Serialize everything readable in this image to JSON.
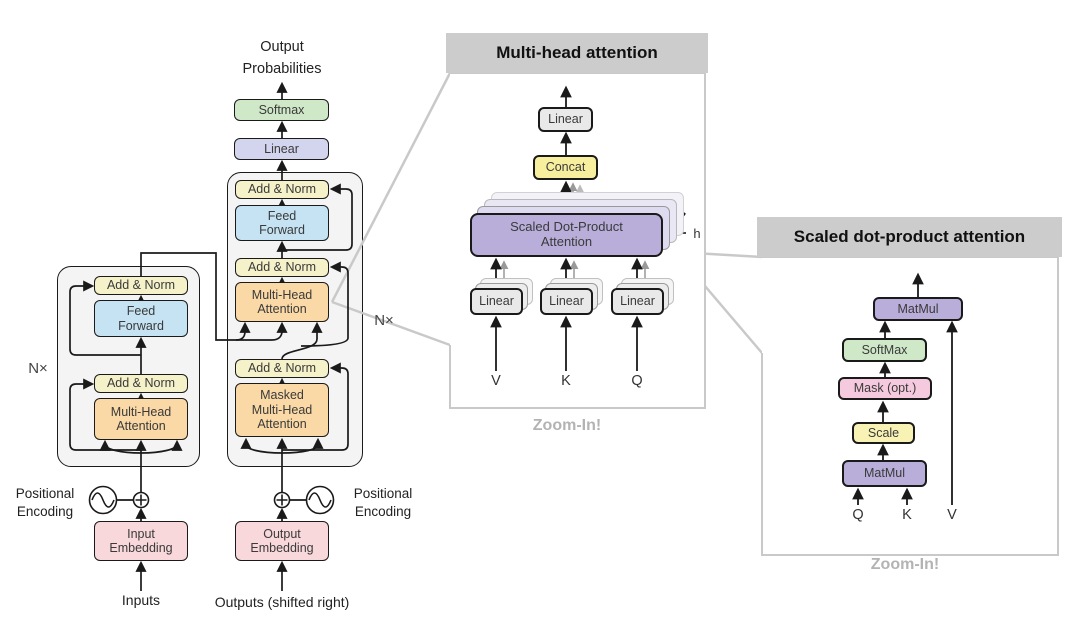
{
  "left_diagram": {
    "output_probabilities": "Output Probabilities",
    "softmax": "Softmax",
    "linear": "Linear",
    "add_norm": "Add & Norm",
    "feed_forward": "Feed Forward",
    "multi_head_attention": "Multi-Head Attention",
    "masked_multi_head_attention": "Masked Multi-Head Attention",
    "n_times": "N×",
    "positional_encoding": "Positional Encoding",
    "input_embedding": "Input Embedding",
    "output_embedding": "Output Embedding",
    "inputs": "Inputs",
    "outputs": "Outputs (shifted right)"
  },
  "multi_head_panel": {
    "title": "Multi-head attention",
    "linear_top": "Linear",
    "concat": "Concat",
    "scaled_dot_product_attention": "Scaled Dot-Product Attention",
    "h_label": "h",
    "linear_bottom": [
      "Linear",
      "Linear",
      "Linear"
    ],
    "inputs": [
      "V",
      "K",
      "Q"
    ],
    "zoom_in": "Zoom-In!"
  },
  "sdpa_panel": {
    "title": "Scaled dot-product attention",
    "matmul_top": "MatMul",
    "softmax": "SoftMax",
    "mask": "Mask (opt.)",
    "scale": "Scale",
    "matmul_bottom": "MatMul",
    "inputs": [
      "Q",
      "K",
      "V"
    ],
    "zoom_in": "Zoom-In!"
  },
  "colors": {
    "add_norm_yellow": "#f5f1c9",
    "feed_forward_blue": "#c5e3f2",
    "attention_orange": "#fad9a6",
    "embedding_pink": "#f8d8da",
    "softmax_green": "#cfe8c8",
    "linear_lavender": "#d3d4ee",
    "matmul_purple": "#b8aed9",
    "mask_pink": "#f6cade",
    "concat_yellow": "#f8ef9e",
    "scale_yellow": "#f8f2b4",
    "linear_box_gray": "#e9e9e9",
    "panel_header_gray": "#cccccc",
    "connector_gray": "#c9c9c9",
    "container_gray": "#f4f4f4"
  }
}
